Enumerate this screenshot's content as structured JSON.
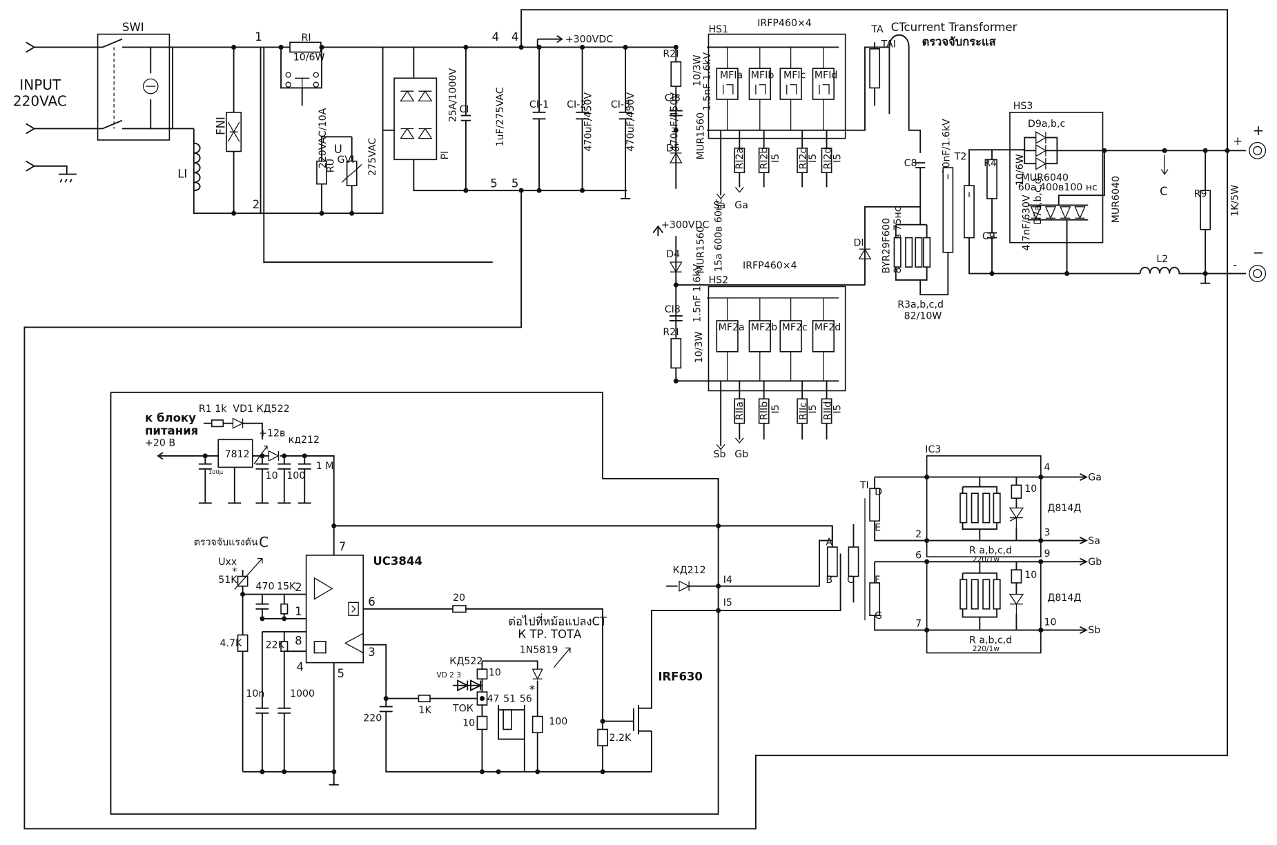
{
  "input": {
    "label_line1": "INPUT",
    "label_line2": "220VAC"
  },
  "switch": {
    "ref": "SWI"
  },
  "filter": {
    "fuse": "FNI",
    "inductor": "LI"
  },
  "inrush": {
    "resistor_ref": "RI",
    "resistor_val": "10/6W",
    "relay": "220VAC/10A",
    "relay_ref": "RU",
    "relay_u": "U",
    "varistor_ref": "GVI",
    "varistor_val": "275VAC"
  },
  "bridge": {
    "ref": "PI",
    "value": "25A/1000V",
    "cap_ref": "CI",
    "cap_val": "1uF/275VAC"
  },
  "node_labels": {
    "n1": "1",
    "n2": "2",
    "n4a": "4",
    "n4b": "4",
    "n5a": "5",
    "n5b": "5"
  },
  "bus": {
    "voltage": "+300VDC",
    "voltage2": "+300VDC"
  },
  "bulk_caps": [
    {
      "ref": "CI-1",
      "val": "470uF/450V"
    },
    {
      "ref": "CI-2",
      "val": "470uF/450V"
    },
    {
      "ref": "CI-3",
      "val": "470uF/450V"
    }
  ],
  "upper_bank": {
    "heatsink": "HS1",
    "title": "IRFP460×4",
    "snubber_r": "R2I",
    "snubber_r_val": "10/3W",
    "snubber_c": "CI8",
    "snubber_c_val": "1.5nF 1.6kV",
    "diode": "D5",
    "diode_val": "MUR1560",
    "mosfets": [
      "MFIa",
      "MFIb",
      "MFIc",
      "MFId"
    ],
    "gate_rs": [
      "RI2a",
      "RI2b",
      "RI2c",
      "RI2d"
    ],
    "gate_r_val": "I5",
    "source_label": "Sa",
    "gate_label": "Ga"
  },
  "lower_bank": {
    "heatsink": "HS2",
    "title": "IRFP460×4",
    "diode": "D4",
    "diode_val": "MUR1560",
    "diode_spec": "15a 600в 60нс",
    "snubber_c": "CI8",
    "snubber_c_val": "1.5nF 1.6kV",
    "snubber_r": "R2I",
    "snubber_r_val": "10/3W",
    "mosfets": [
      "MF2a",
      "MF2b",
      "MF2c",
      "MF2d"
    ],
    "gate_rs": [
      "RIIa",
      "RIIb",
      "RIIc",
      "RIId"
    ],
    "gate_r_val": "I5",
    "source_label": "Sb",
    "gate_label": "Gb"
  },
  "current_transformer": {
    "title": "CTcurrent Transformer",
    "thai": "ตรวจจับกระแส",
    "ta": "TA",
    "ta1": "TAI"
  },
  "clamp": {
    "c8": "C8",
    "c8_val": "10nF/1.6kV",
    "d1": "DI",
    "d1_val": "BYR29F600",
    "d1_spec": "8a 600в 75нс",
    "r3": "R3a,b,c,d",
    "r3_val": "82/10W",
    "t2": "T2"
  },
  "output": {
    "hs3": "HS3",
    "d9": "D9a,b,c",
    "d9_val": "MUR6040",
    "d9_spec": "60a 400в100 нс",
    "d7": "D7a,b,c,d",
    "d7_val": "MUR6040",
    "r4": "R4",
    "r4_val": "10/6W",
    "c9": "C9",
    "c9_val": "4.7nF/630V",
    "c_label": "C",
    "r9": "R9",
    "r9_val": "1K/5W",
    "l2": "L2",
    "plus": "+",
    "minus": "-",
    "plus2": "+",
    "minus2": "−"
  },
  "supply": {
    "r1": "R1 1k",
    "vd1": "VD1 КД522",
    "to_supply1": "к блоку",
    "to_supply2": "питания",
    "to_supply3": "+20 В",
    "reg": "7812",
    "plus12": "+12в",
    "kd212": "кд212",
    "c_10": "10",
    "c_100": "100",
    "c_1m": "1 M",
    "c_small": "100μ"
  },
  "controller": {
    "ic": "UC3844",
    "pins": {
      "p1": "1",
      "p2": "2",
      "p3": "3",
      "p4": "4",
      "p5": "5",
      "p6": "6",
      "p7": "7",
      "p8": "8"
    },
    "thai_v": "ตรวจจับแรงดัน",
    "thai_v_c": "C",
    "uxx": "Uxx",
    "r51k": "51K",
    "r470": "470",
    "r15k": "15K",
    "r47k": "4.7K",
    "r22k": "22K",
    "c10n": "10n",
    "c1000": "1000",
    "c220": "220",
    "r1k": "1K",
    "r20": "20",
    "r22kb": "2.2K",
    "fet": "IRF630",
    "node14": "I4",
    "node15": "I5",
    "kd212b": "КД212",
    "star": "*"
  },
  "current_sense": {
    "thai": "ต่อไปที่หม้อแปลงCT",
    "label": "К ТР. ТОТА",
    "diode": "1N5819",
    "kd522": "КД522",
    "vd23": "VD 2  3",
    "tok": "ТОК",
    "r10a": "10",
    "r47": "47",
    "r10b": "10",
    "r51": "51",
    "r56": "56",
    "r100": "100",
    "star": "*"
  },
  "gate_drive": {
    "t1": "TI",
    "ic3": "IC3",
    "d": "D",
    "e": "E",
    "a": "A",
    "b": "B",
    "c": "C",
    "f": "F",
    "g": "G",
    "pins": [
      "4",
      "2",
      "3",
      "6",
      "9",
      "7",
      "10"
    ],
    "r10a": "10",
    "r10b": "10",
    "zener": "Д814Д",
    "zener2": "Д814Д",
    "rabcd": "R  a,b,c,d",
    "rval": "220/1w",
    "rval2": "220/1w",
    "ga": "Ga",
    "sa": "Sa",
    "gb": "Gb",
    "sb": "Sb"
  }
}
